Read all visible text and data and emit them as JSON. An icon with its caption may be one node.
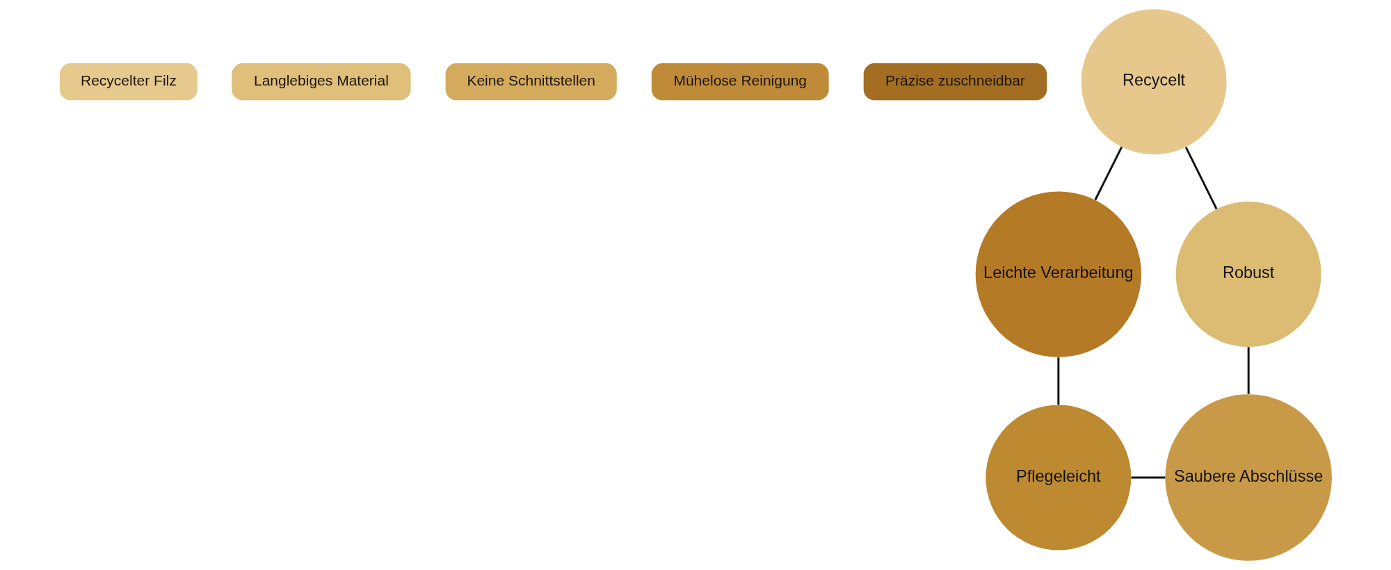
{
  "diagram": {
    "nodes": [
      {
        "text": [
          "Recycelter Filz"
        ]
      },
      {
        "text": [
          "Langlebiges Material"
        ]
      },
      {
        "text": [
          "Keine Schnittstellen"
        ]
      },
      {
        "text": [
          "Mühelose Reinigung"
        ]
      },
      {
        "text": [
          "Präzise zuschneidbar"
        ]
      },
      {
        "text": [
          "Recycelt"
        ]
      },
      {
        "text": [
          "Robust"
        ]
      },
      {
        "text": [
          "Saubere Abschlüsse"
        ]
      },
      {
        "text": [
          "Pflegeleicht"
        ]
      },
      {
        "text": [
          "Leichte Verarbeitung"
        ]
      }
    ],
    "edges": [
      {
        "from": 5,
        "to": 6,
        "arrow": "none"
      },
      {
        "from": 6,
        "to": 7,
        "arrow": "none"
      },
      {
        "from": 8,
        "to": 7,
        "arrow": "none"
      },
      {
        "from": 9,
        "to": 8,
        "arrow": "none"
      },
      {
        "from": 5,
        "to": 9,
        "arrow": "none"
      }
    ]
  }
}
